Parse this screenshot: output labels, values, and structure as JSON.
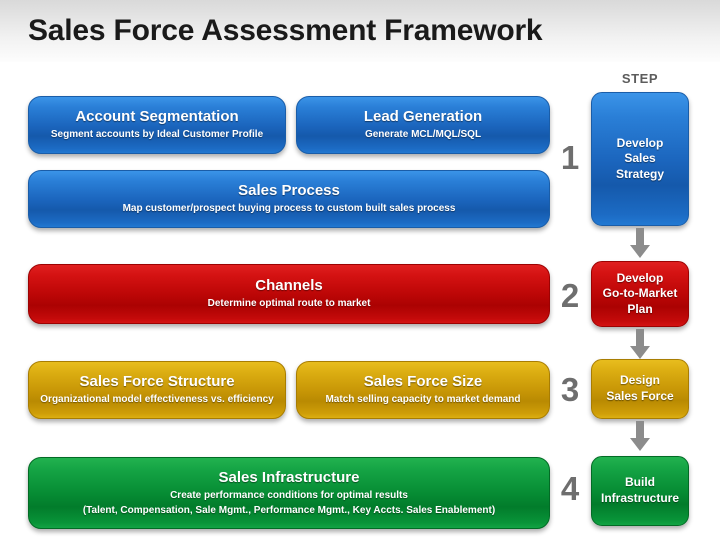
{
  "header": {
    "title": "Sales Force Assessment Framework"
  },
  "colors": {
    "blue": "#1b65bd",
    "red": "#bb0606",
    "gold": "#c79606",
    "green": "#068b33",
    "step_number_gray": "#6e6e6e",
    "step_label_gray": "#5c5c5c",
    "arrow_gray": "#8c8c8c",
    "header_gradient_top": "#d9d9d9",
    "header_gradient_bottom": "#fdfdfd",
    "title_text": "#1a1a1a",
    "panel_text": "#ffffff"
  },
  "panels": [
    {
      "id": "account-segmentation",
      "title": "Account Segmentation",
      "subtitle": "Segment accounts by Ideal Customer Profile",
      "color": "blue"
    },
    {
      "id": "lead-generation",
      "title": "Lead Generation",
      "subtitle": "Generate MCL/MQL/SQL",
      "color": "blue"
    },
    {
      "id": "sales-process",
      "title": "Sales Process",
      "subtitle": "Map customer/prospect buying process to custom built sales process",
      "color": "blue"
    },
    {
      "id": "channels",
      "title": "Channels",
      "subtitle": "Determine optimal route to market",
      "color": "red"
    },
    {
      "id": "sales-force-structure",
      "title": "Sales Force Structure",
      "subtitle": "Organizational model effectiveness vs. efficiency",
      "color": "gold"
    },
    {
      "id": "sales-force-size",
      "title": "Sales Force Size",
      "subtitle": "Match selling capacity to market demand",
      "color": "gold"
    },
    {
      "id": "sales-infrastructure",
      "title": "Sales Infrastructure",
      "subtitle_line1": "Create performance conditions for optimal results",
      "subtitle_line2": "(Talent, Compensation, Sale Mgmt., Performance Mgmt., Key Accts. Sales Enablement)",
      "color": "green"
    }
  ],
  "steps": {
    "column_label": "STEP",
    "items": [
      {
        "number": "1",
        "line1": "Develop",
        "line2": "Sales",
        "line3": "Strategy",
        "color": "blue"
      },
      {
        "number": "2",
        "line1": "Develop",
        "line2": "Go-to-Market",
        "line3": "Plan",
        "color": "red"
      },
      {
        "number": "3",
        "line1": "Design",
        "line2": "Sales Force",
        "line3": "",
        "color": "gold"
      },
      {
        "number": "4",
        "line1": "Build",
        "line2": "Infrastructure",
        "line3": "",
        "color": "green"
      }
    ]
  }
}
